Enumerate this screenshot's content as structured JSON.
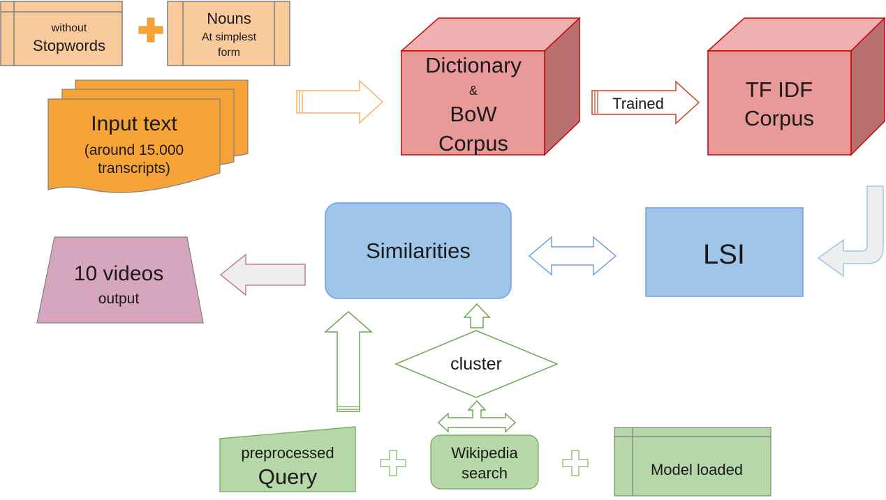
{
  "stopwords_box": {
    "line1": "without",
    "line2": "Stopwords"
  },
  "nouns_box": {
    "line1": "Nouns",
    "line2": "At simplest",
    "line3": "form"
  },
  "input_doc": {
    "line1": "Input text",
    "line2": "(around 15.000",
    "line3": "transcripts)"
  },
  "dictionary_cube": {
    "line1": "Dictionary",
    "line2": "&",
    "line3": "BoW",
    "line4": "Corpus"
  },
  "trained_arrow": {
    "label": "Trained"
  },
  "tfidf_cube": {
    "line1": "TF IDF",
    "line2": "Corpus"
  },
  "lsi_box": {
    "label": "LSI"
  },
  "similarities_box": {
    "label": "Similarities"
  },
  "output_box": {
    "line1": "10 videos",
    "line2": "output"
  },
  "cluster_diamond": {
    "label": "cluster"
  },
  "query_box": {
    "line1": "preprocessed",
    "line2": "Query"
  },
  "wikipedia_box": {
    "line1": "Wikipedia",
    "line2": "search"
  },
  "model_box": {
    "label": "Model loaded"
  },
  "colors": {
    "orange_light": "#f9cb9c",
    "orange_dark": "#f6a437",
    "red_front": "#ea9999",
    "red_side": "#b87070",
    "red_top": "#efb0b0",
    "blue": "#9fc5e8",
    "purple": "#d5a6bd",
    "green": "#b6d7a8",
    "green_stroke": "#6aa84f"
  }
}
